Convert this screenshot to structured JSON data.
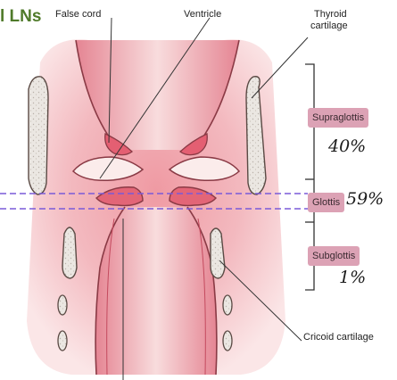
{
  "header": {
    "text": "l LNs"
  },
  "labels": {
    "false_cord": "False cord",
    "ventricle": "Ventricle",
    "thyroid_cartilage_line1": "Thyroid",
    "thyroid_cartilage_line2": "cartilage",
    "supraglottis": "Supraglottis",
    "glottis": "Glottis",
    "subglottis": "Subglottis",
    "cricoid_cartilage": "Cricoid cartilage"
  },
  "annotations": {
    "supraglottis_pct": "40%",
    "glottis_pct": "59%",
    "subglottis_pct": "1%"
  },
  "colors": {
    "tissue_light": "#f6d6d8",
    "tissue_mid": "#ef9aa3",
    "tissue_dark": "#d86072",
    "cartilage": "#e8e4e0",
    "highlight": "#dca2b5",
    "dashed_line": "#7a5ad8",
    "heading": "#4f7a2a"
  }
}
